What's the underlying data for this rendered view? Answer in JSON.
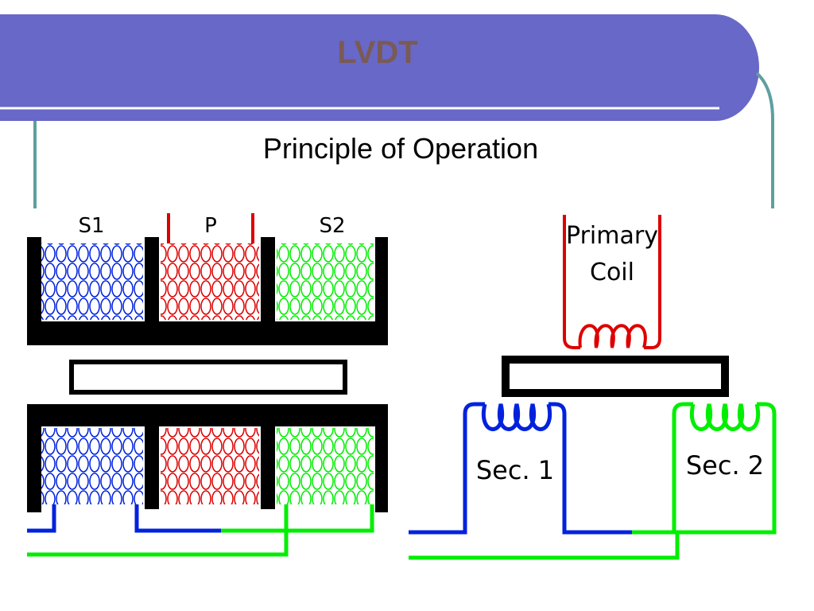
{
  "slide": {
    "title": "LVDT",
    "subtitle": "Principle of Operation"
  },
  "left_diagram": {
    "labels": {
      "s1": "S1",
      "p": "P",
      "s2": "S2"
    }
  },
  "right_diagram": {
    "labels": {
      "primary_line1": "Primary",
      "primary_line2": "Coil",
      "sec1": "Sec. 1",
      "sec2": "Sec. 2"
    }
  },
  "colors": {
    "banner": "#6868c8",
    "title_text": "#7a5a55",
    "frame_line": "#5f9f9f",
    "secondary_1": "#0022dd",
    "primary": "#dd0000",
    "secondary_2": "#00ee00",
    "core": "#000000"
  }
}
